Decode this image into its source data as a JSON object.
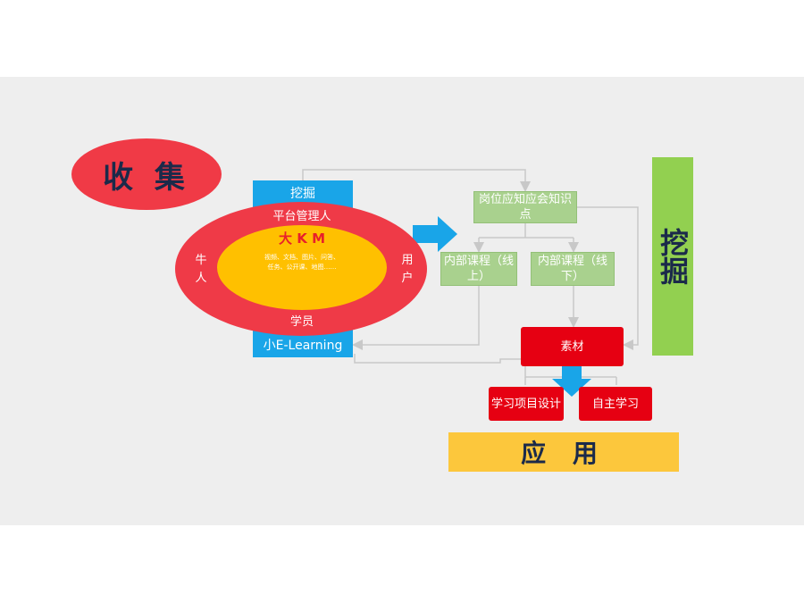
{
  "collect": "收 集",
  "dig": "挖掘",
  "apply": "应 用",
  "blue_panel": {
    "top": "挖掘",
    "bottom": "小E-Learning"
  },
  "red_oval": {
    "top": "平台管理人",
    "bottom": "学员",
    "left": "牛人",
    "right": "用户"
  },
  "core": {
    "title": "大 K M",
    "items_line1": "视频、文档、图片、问答、",
    "items_line2": "任务、公开课、地图……"
  },
  "boxes": {
    "knowledge_points": "岗位应知应会知识点",
    "course_online": "内部课程（线上）",
    "course_offline": "内部课程（线下）",
    "material": "素材",
    "project_design": "学习项目设计",
    "self_study": "自主学习"
  },
  "colors": {
    "red": "#ef3a47",
    "yellow": "#ffc000",
    "blue": "#19a5e8",
    "green": "#a9d18e",
    "deep_red": "#e60012",
    "lime": "#92d050",
    "gold": "#fcc73c"
  }
}
